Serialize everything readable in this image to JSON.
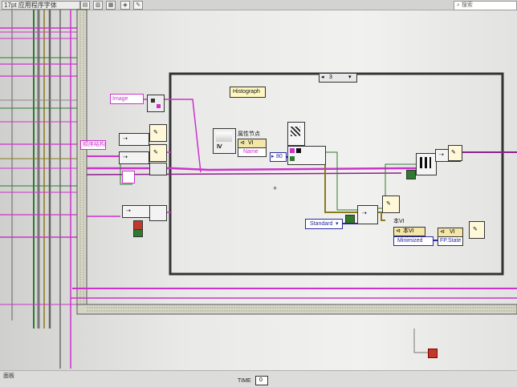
{
  "toolbar": {
    "font_select": "17pt 应用程序字体",
    "search_placeholder": "搜索"
  },
  "diagram": {
    "case_selector_value": "3",
    "labels": {
      "image_constant": "Image",
      "histograph_label": "Histograph",
      "property_node_title": "属性节点",
      "vi_reference": "VI",
      "property_name": "Name",
      "numeric_constant": "80",
      "enum_standard": "Standard",
      "this_vi_label": "本VI",
      "this_vi_ref": "本VI",
      "enum_minimized": "Minimized",
      "fp_state_vi": "VI",
      "fp_state_property": "FP.State",
      "local_label": "顺序结构",
      "sub_label": "Ⅳ"
    }
  },
  "statusbar": {
    "label": "面板",
    "time_label": "TIME",
    "time_value": "0"
  },
  "colors": {
    "wire_pink": "#cc33cc",
    "wire_purple": "#8e1f8e",
    "wire_green": "#2f7a2f",
    "wire_gold": "#8a7a1c",
    "wire_blue": "#2a2aa0",
    "structure_border": "#333333",
    "sequence_frame": "#a9a98e",
    "background": "#ececea"
  }
}
